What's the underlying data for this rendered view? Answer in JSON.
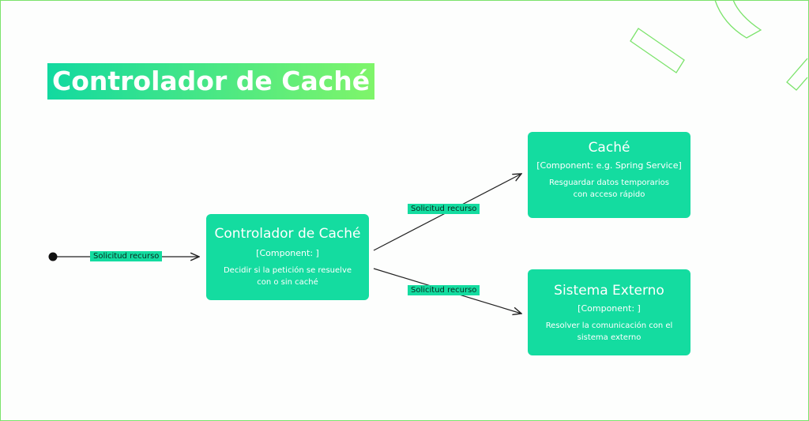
{
  "title": "Controlador de Caché",
  "components": {
    "controller": {
      "name": "Controlador de Caché",
      "type": "[Component: ]",
      "desc": "Decidir si la petición se resuelve con o sin caché"
    },
    "cache": {
      "name": "Caché",
      "type": "[Component: e.g. Spring Service]",
      "desc": "Resguardar datos temporarios con acceso rápido"
    },
    "external": {
      "name": "Sistema Externo",
      "type": "[Component: ]",
      "desc": "Resolver la comunicación con el sistema externo"
    }
  },
  "edges": {
    "start_to_controller": "Solicitud recurso",
    "controller_to_cache": "Solicitud recurso",
    "controller_to_external": "Solicitud recurso"
  },
  "colors": {
    "accent": "#14dca0",
    "frame": "#7be36b",
    "arrow": "#222222"
  }
}
